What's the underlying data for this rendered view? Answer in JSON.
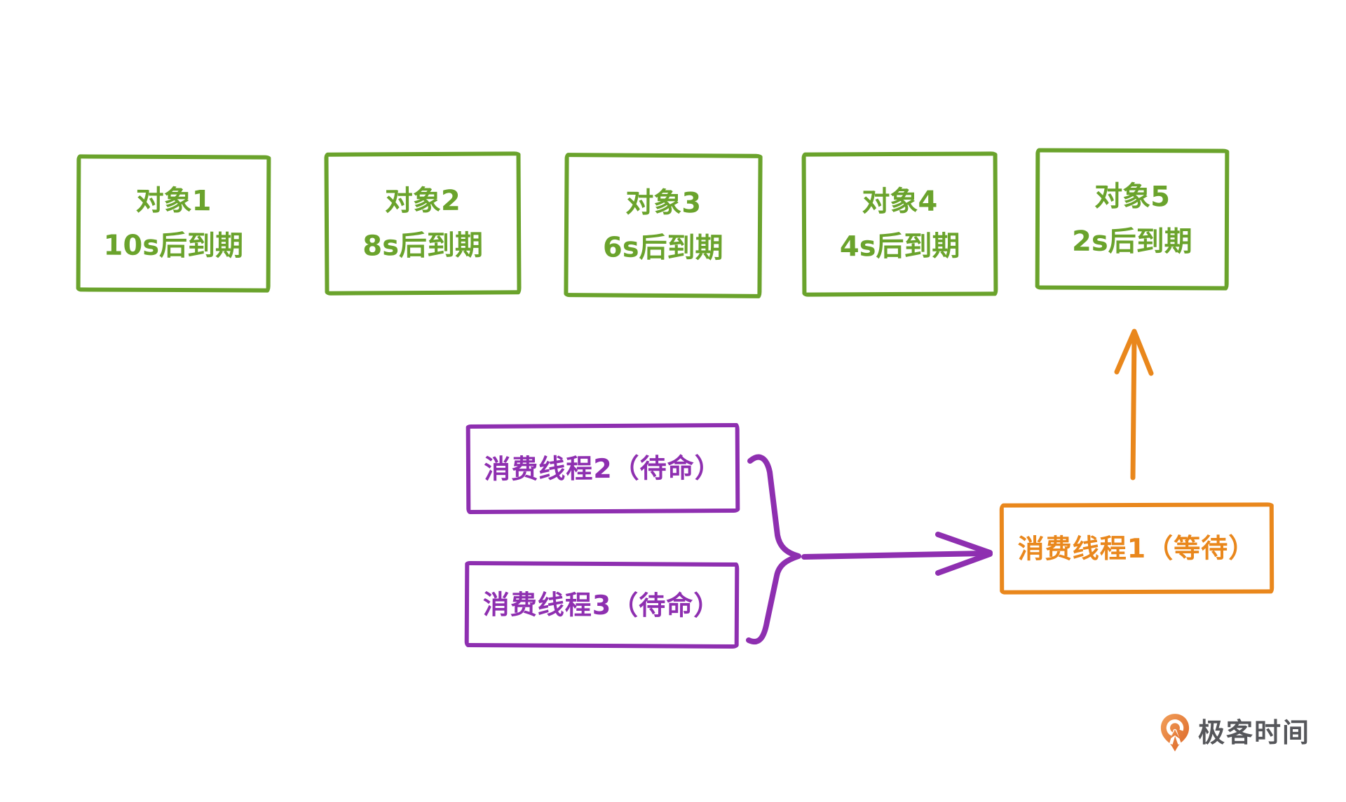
{
  "colors": {
    "objectGreen": "#6aa32c",
    "threadPurple": "#8e2fb0",
    "waitingOrange": "#e9871c",
    "logoGray": "#55565a"
  },
  "objects": [
    {
      "title": "对象1",
      "expiry": "10s后到期"
    },
    {
      "title": "对象2",
      "expiry": "8s后到期"
    },
    {
      "title": "对象3",
      "expiry": "6s后到期"
    },
    {
      "title": "对象4",
      "expiry": "4s后到期"
    },
    {
      "title": "对象5",
      "expiry": "2s后到期"
    }
  ],
  "standby_threads": [
    {
      "label": "消费线程2（待命）"
    },
    {
      "label": "消费线程3（待命）"
    }
  ],
  "waiting_thread": {
    "label": "消费线程1（等待）"
  },
  "footer": {
    "logo_text": "极客时间"
  }
}
